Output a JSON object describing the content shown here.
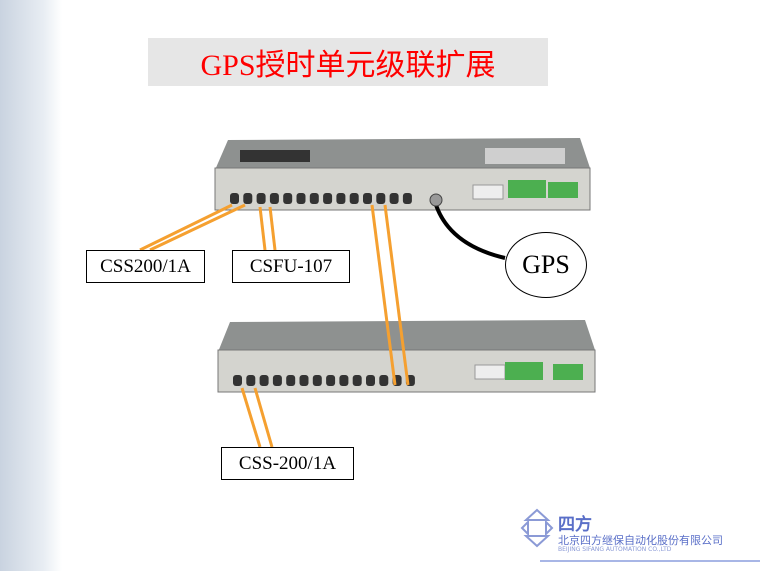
{
  "title": "GPS授时单元级联扩展",
  "labels": {
    "css200": "CSS200/1A",
    "csfu": "CSFU-107",
    "gps": "GPS",
    "css_200": "CSS-200/1A"
  },
  "logo": {
    "name": "四方",
    "company_cn": "北京四方继保自动化股份有限公司",
    "company_en": "BEIJING SIFANG AUTOMATION CO.,LTD"
  },
  "colors": {
    "title": "#ff0000",
    "fiber": "#f5a030",
    "gps_cable": "#000000",
    "logo": "#5a6fc8"
  }
}
